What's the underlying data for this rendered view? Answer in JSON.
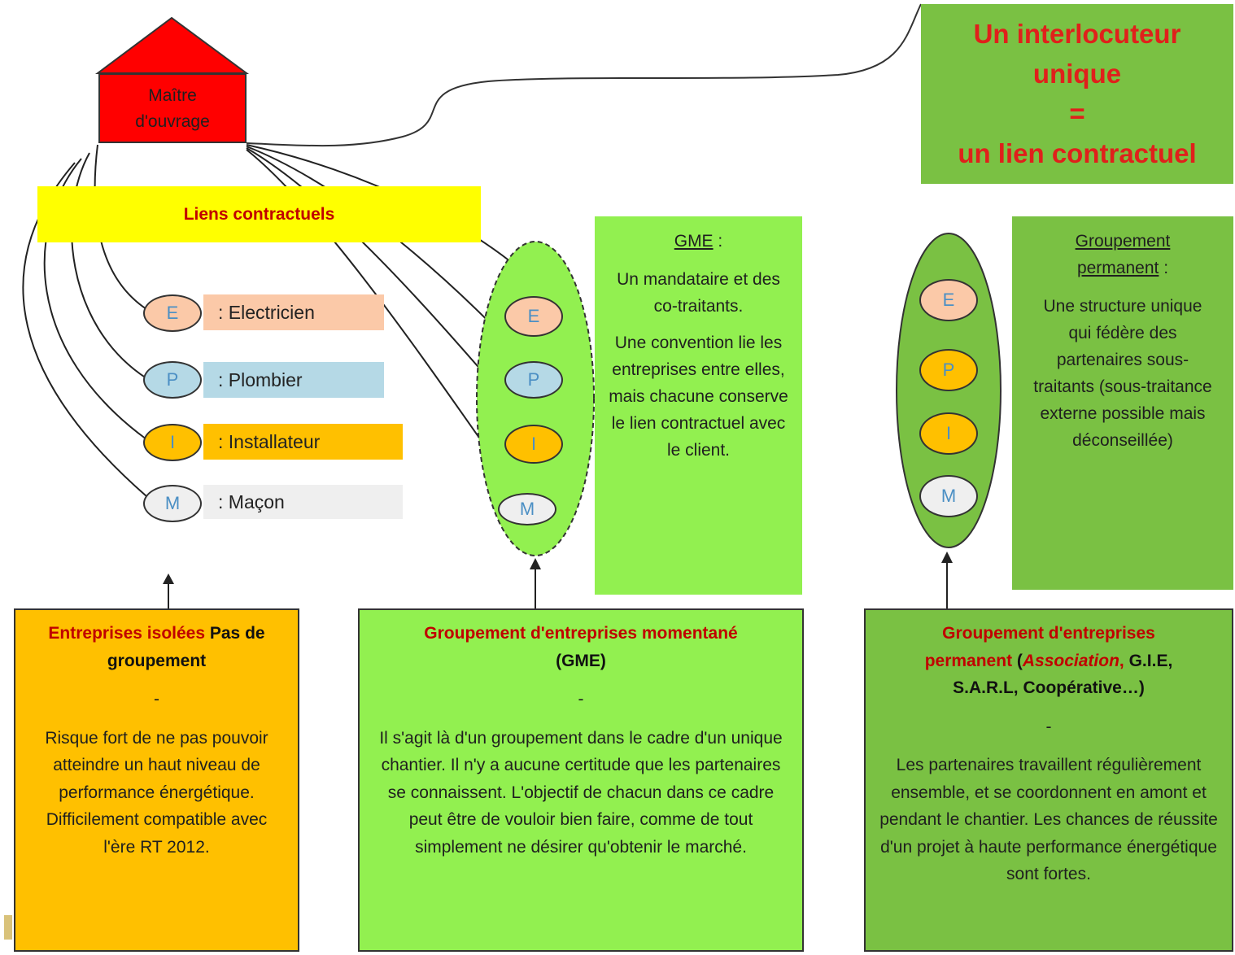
{
  "colors": {
    "house": "#ff0000",
    "liens_bg": "#ffff00",
    "electricien": "#fbc9a8",
    "plombier": "#b5d9e6",
    "installateur": "#ffc000",
    "macon": "#efefef",
    "green_light": "#92f050",
    "green_dark": "#7ac143",
    "orange_box": "#ffc000"
  },
  "house": {
    "label_line1": "Maître",
    "label_line2": "d'ouvrage"
  },
  "liens": {
    "label": "Liens contractuels"
  },
  "trades": [
    {
      "letter": "E",
      "label": ": Electricien"
    },
    {
      "letter": "P",
      "label": ": Plombier"
    },
    {
      "letter": "I",
      "label": ": Installateur"
    },
    {
      "letter": "M",
      "label": ": Maçon"
    }
  ],
  "top_right": {
    "line1": "Un interlocuteur",
    "line2": "unique",
    "line3": "=",
    "line4": "un lien contractuel"
  },
  "gme_note": {
    "title": "GME",
    "title_suffix": " :",
    "p1": "Un mandataire et des co-traitants.",
    "p2": "Une convention lie les entreprises entre elles, mais chacune conserve le lien contractuel avec le client."
  },
  "perm_note": {
    "title_line1": "Groupement",
    "title_line2": "permanent",
    "title_suffix": " :",
    "p1": "Une structure unique qui fédère des partenaires sous-traitants (sous-traitance externe possible mais déconseillée)"
  },
  "box_left": {
    "title_red": "Entreprises isolées",
    "title_black": " Pas de groupement",
    "dash": "-",
    "body": "Risque fort de ne pas pouvoir atteindre un haut niveau de performance énergétique. Difficilement compatible avec l'ère RT 2012."
  },
  "box_mid": {
    "title_red": "Groupement d'entreprises momentané",
    "title_black": "(GME)",
    "dash": "-",
    "body": "Il s'agit là d'un groupement dans le cadre d'un unique chantier. Il n'y a aucune certitude que les partenaires se connaissent. L'objectif de chacun dans ce cadre peut être de vouloir bien faire, comme de tout simplement ne désirer qu'obtenir le marché."
  },
  "box_right": {
    "title_red": "Groupement d'entreprises permanent",
    "title_open": " (",
    "title_italic": "Association",
    "title_comma": ",",
    "title_black": " G.I.E, S.A.R.L, Coopérative…)",
    "dash": "-",
    "body": "Les partenaires travaillent régulièrement ensemble, et se coordonnent en amont et pendant le chantier. Les chances de réussite d'un projet à haute performance énergétique sont fortes."
  }
}
